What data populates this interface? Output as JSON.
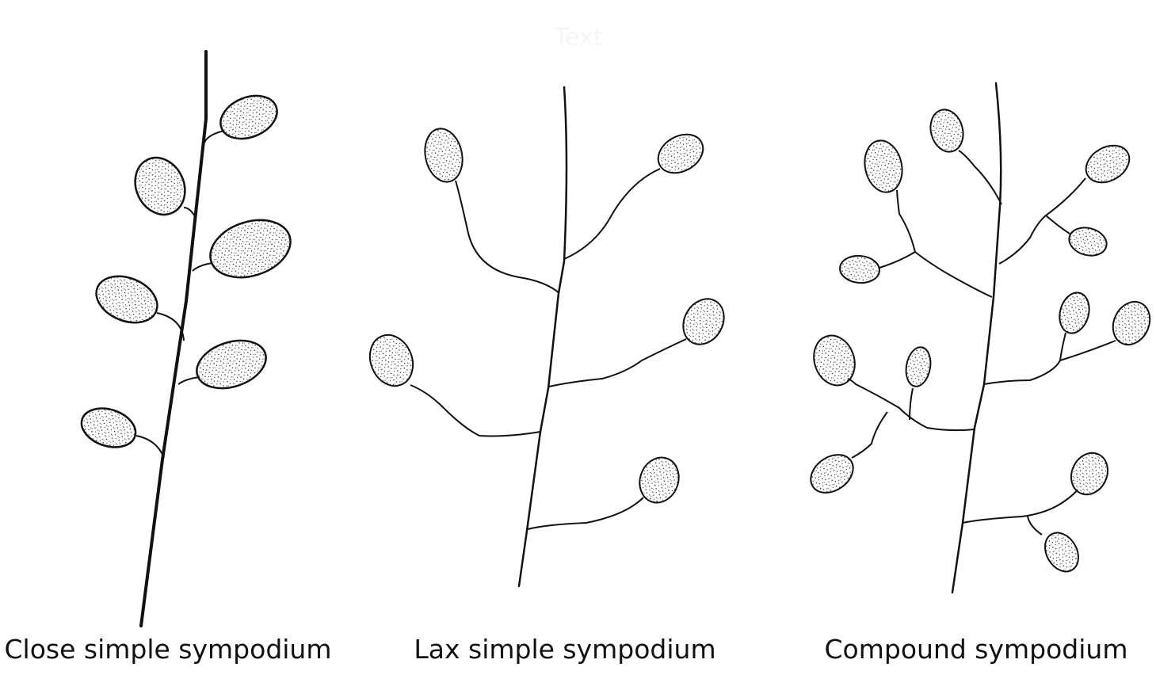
{
  "header": {
    "faint_text": "Text"
  },
  "diagrams": [
    {
      "id": "close",
      "caption": "Close simple sympodium"
    },
    {
      "id": "lax",
      "caption": "Lax simple sympodium"
    },
    {
      "id": "compound",
      "caption": "Compound sympodium"
    }
  ],
  "colors": {
    "stroke": "#111111",
    "spore_fill": "#ffffff",
    "stipple": "#222222",
    "background": "#ffffff"
  }
}
